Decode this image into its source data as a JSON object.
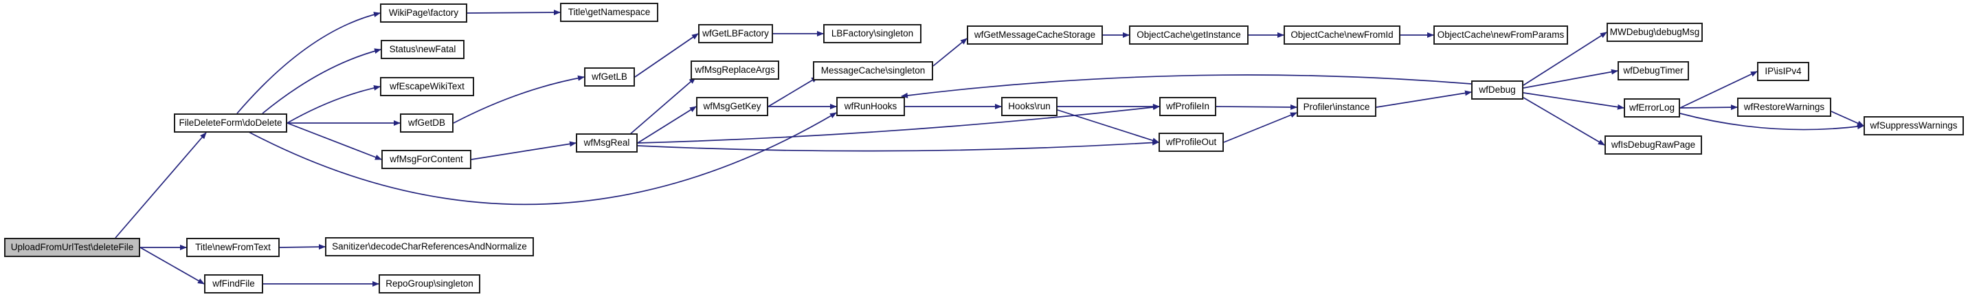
{
  "diagram": {
    "type": "call-graph",
    "root_function": "UploadFromUrlTest\\deleteFile"
  },
  "colors": {
    "edge": "#24247d",
    "node_fill": "#ffffff",
    "node_border": "#1c1c1c",
    "highlight_node_fill": "#bfbfbf",
    "background": "#ffffff"
  },
  "nodes": [
    {
      "id": "deleteFile",
      "label": "UploadFromUrlTest\\deleteFile",
      "highlight": true
    },
    {
      "id": "doDelete",
      "label": "FileDeleteForm\\doDelete"
    },
    {
      "id": "wikiPageFactory",
      "label": "WikiPage\\factory"
    },
    {
      "id": "titleGetNamespace",
      "label": "Title\\getNamespace"
    },
    {
      "id": "statusNewFatal",
      "label": "Status\\newFatal"
    },
    {
      "id": "wfEscapeWikiText",
      "label": "wfEscapeWikiText"
    },
    {
      "id": "wfGetDB",
      "label": "wfGetDB"
    },
    {
      "id": "wfMsgForContent",
      "label": "wfMsgForContent"
    },
    {
      "id": "wfGetLB",
      "label": "wfGetLB"
    },
    {
      "id": "wfGetLBFactory",
      "label": "wfGetLBFactory"
    },
    {
      "id": "lbFactorySingleton",
      "label": "LBFactory\\singleton"
    },
    {
      "id": "wfMsgReplaceArgs",
      "label": "wfMsgReplaceArgs"
    },
    {
      "id": "messageCacheSingleton",
      "label": "MessageCache\\singleton"
    },
    {
      "id": "wfGetMessageCacheStorage",
      "label": "wfGetMessageCacheStorage"
    },
    {
      "id": "objectCacheGetInstance",
      "label": "ObjectCache\\getInstance"
    },
    {
      "id": "objectCacheNewFromId",
      "label": "ObjectCache\\newFromId"
    },
    {
      "id": "objectCacheNewFromParams",
      "label": "ObjectCache\\newFromParams"
    },
    {
      "id": "wfMsgReal",
      "label": "wfMsgReal"
    },
    {
      "id": "wfMsgGetKey",
      "label": "wfMsgGetKey"
    },
    {
      "id": "wfRunHooks",
      "label": "wfRunHooks"
    },
    {
      "id": "hooksRun",
      "label": "Hooks\\run"
    },
    {
      "id": "wfProfileIn",
      "label": "wfProfileIn"
    },
    {
      "id": "wfProfileOut",
      "label": "wfProfileOut"
    },
    {
      "id": "profilerInstance",
      "label": "Profiler\\instance"
    },
    {
      "id": "wfDebug",
      "label": "wfDebug"
    },
    {
      "id": "mwDebugDebugMsg",
      "label": "MWDebug\\debugMsg"
    },
    {
      "id": "wfDebugTimer",
      "label": "wfDebugTimer"
    },
    {
      "id": "ipIsIPv4",
      "label": "IP\\isIPv4"
    },
    {
      "id": "wfErrorLog",
      "label": "wfErrorLog"
    },
    {
      "id": "wfRestoreWarnings",
      "label": "wfRestoreWarnings"
    },
    {
      "id": "wfSuppressWarnings",
      "label": "wfSuppressWarnings"
    },
    {
      "id": "wfIsDebugRawPage",
      "label": "wfIsDebugRawPage"
    },
    {
      "id": "titleNewFromText",
      "label": "Title\\newFromText"
    },
    {
      "id": "sanitizerDecode",
      "label": "Sanitizer\\decodeCharReferencesAndNormalize"
    },
    {
      "id": "wfFindFile",
      "label": "wfFindFile"
    },
    {
      "id": "repoGroupSingleton",
      "label": "RepoGroup\\singleton"
    }
  ],
  "edges": [
    {
      "from": "deleteFile",
      "to": "doDelete"
    },
    {
      "from": "deleteFile",
      "to": "titleNewFromText"
    },
    {
      "from": "deleteFile",
      "to": "wfFindFile"
    },
    {
      "from": "titleNewFromText",
      "to": "sanitizerDecode"
    },
    {
      "from": "wfFindFile",
      "to": "repoGroupSingleton"
    },
    {
      "from": "doDelete",
      "to": "wikiPageFactory"
    },
    {
      "from": "doDelete",
      "to": "statusNewFatal"
    },
    {
      "from": "doDelete",
      "to": "wfEscapeWikiText"
    },
    {
      "from": "doDelete",
      "to": "wfGetDB"
    },
    {
      "from": "doDelete",
      "to": "wfMsgForContent"
    },
    {
      "from": "doDelete",
      "to": "wfRunHooks"
    },
    {
      "from": "wikiPageFactory",
      "to": "titleGetNamespace"
    },
    {
      "from": "wfGetDB",
      "to": "wfGetLB"
    },
    {
      "from": "wfGetLB",
      "to": "wfGetLBFactory"
    },
    {
      "from": "wfGetLBFactory",
      "to": "lbFactorySingleton"
    },
    {
      "from": "wfMsgForContent",
      "to": "wfMsgReal"
    },
    {
      "from": "wfMsgReal",
      "to": "wfMsgReplaceArgs"
    },
    {
      "from": "wfMsgReal",
      "to": "wfMsgGetKey"
    },
    {
      "from": "wfMsgReal",
      "to": "wfProfileIn"
    },
    {
      "from": "wfMsgReal",
      "to": "wfProfileOut"
    },
    {
      "from": "wfMsgGetKey",
      "to": "messageCacheSingleton"
    },
    {
      "from": "wfMsgGetKey",
      "to": "wfRunHooks"
    },
    {
      "from": "messageCacheSingleton",
      "to": "wfGetMessageCacheStorage"
    },
    {
      "from": "wfGetMessageCacheStorage",
      "to": "objectCacheGetInstance"
    },
    {
      "from": "objectCacheGetInstance",
      "to": "objectCacheNewFromId"
    },
    {
      "from": "objectCacheNewFromId",
      "to": "objectCacheNewFromParams"
    },
    {
      "from": "wfRunHooks",
      "to": "hooksRun"
    },
    {
      "from": "hooksRun",
      "to": "wfProfileIn"
    },
    {
      "from": "hooksRun",
      "to": "wfProfileOut"
    },
    {
      "from": "wfProfileIn",
      "to": "profilerInstance"
    },
    {
      "from": "wfProfileOut",
      "to": "profilerInstance"
    },
    {
      "from": "profilerInstance",
      "to": "wfDebug"
    },
    {
      "from": "wfDebug",
      "to": "wfRunHooks"
    },
    {
      "from": "wfDebug",
      "to": "mwDebugDebugMsg"
    },
    {
      "from": "wfDebug",
      "to": "wfDebugTimer"
    },
    {
      "from": "wfDebug",
      "to": "wfErrorLog"
    },
    {
      "from": "wfDebug",
      "to": "wfIsDebugRawPage"
    },
    {
      "from": "wfErrorLog",
      "to": "ipIsIPv4"
    },
    {
      "from": "wfErrorLog",
      "to": "wfRestoreWarnings"
    },
    {
      "from": "wfErrorLog",
      "to": "wfSuppressWarnings"
    },
    {
      "from": "wfRestoreWarnings",
      "to": "wfSuppressWarnings"
    }
  ]
}
